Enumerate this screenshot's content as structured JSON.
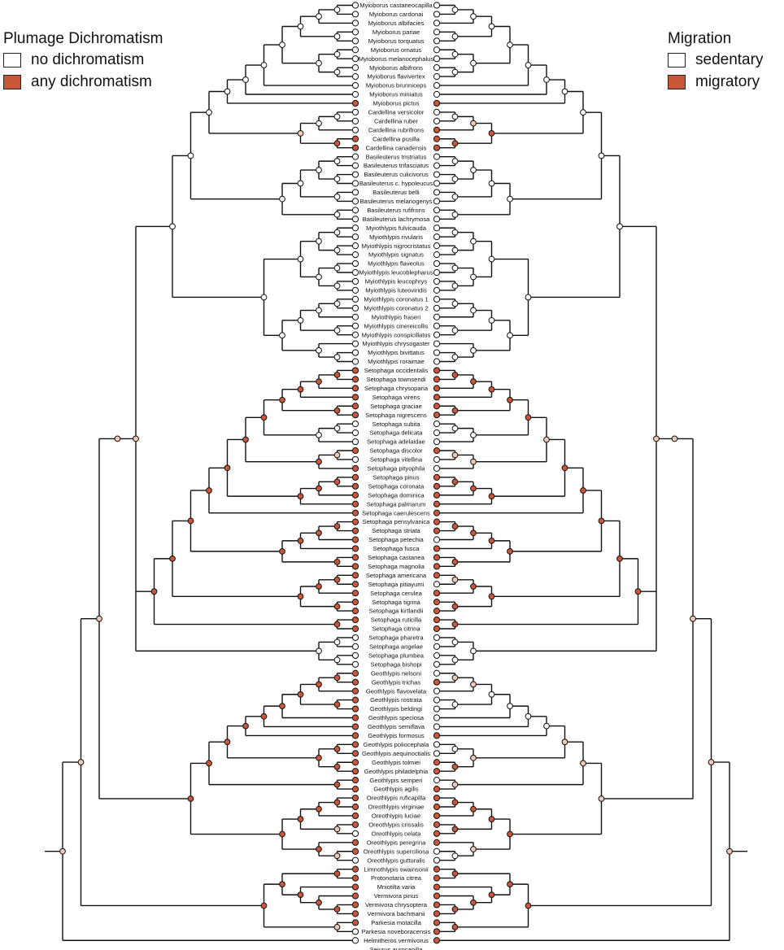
{
  "legend_left": {
    "title": "Plumage Dichromatism",
    "items": [
      {
        "label": "no dichromatism",
        "color": "#ffffff"
      },
      {
        "label": "any dichromatism",
        "color": "#c9573a"
      }
    ]
  },
  "legend_right": {
    "title": "Migration",
    "items": [
      {
        "label": "sedentary",
        "color": "#ffffff"
      },
      {
        "label": "migratory",
        "color": "#c9573a"
      }
    ]
  },
  "colors": {
    "state_absent": "#ffffff",
    "state_present": "#c9573a",
    "state_mixed": "#f1c7b5",
    "branch": "#111111"
  },
  "tree": {
    "tip_order": [
      "Myioborus castaneocapilla",
      "Myioborus cardonai",
      "Myioborus albifacies",
      "Myioborus pariae",
      "Myioborus torquatus",
      "Myioborus ornatus",
      "Myioborus melanocephalus",
      "Myioborus albifrons",
      "Myioborus flavivertex",
      "Myioborus brunniceps",
      "Myioborus miniatus",
      "Myioborus pictus",
      "Cardellina versicolor",
      "Cardellina ruber",
      "Cardellina rubrifrons",
      "Cardellina pusilla",
      "Cardellina canadensis",
      "Basileuterus tristriatus",
      "Basileuterus trifasciatus",
      "Basileuterus culicivorus",
      "Basileuterus c. hypoleucus",
      "Basileuterus belli",
      "Basileuterus melanogenys",
      "Basileuterus rufifrons",
      "Basileuterus lachrymosa",
      "Myiothlypis fulvicauda",
      "Myiothlypis rivularis",
      "Myiothlypis nigrocristatus",
      "Myiothlypis signatus",
      "Myiothlypis flaveolus",
      "Myiothlypis leucoblepharus",
      "Myiothlypis leucophrys",
      "Myiothlypis luteoviridis",
      "Myiothlypis coronatus 1",
      "Myiothlypis coronatus 2",
      "Myiothlypis fraseri",
      "Myiothlypis cinereicollis",
      "Myiothlypis conspicillatus",
      "Myiothlypis chrysogaster",
      "Myiothlypis bivittatus",
      "Myiothlypis roraimae",
      "Setophaga occidentalis",
      "Setophaga townsendi",
      "Setophaga chrysoparia",
      "Setophaga virens",
      "Setophaga graciae",
      "Setophaga nigrescens",
      "Setophaga subita",
      "Setophaga delicata",
      "Setophaga adelaidae",
      "Setophaga discolor",
      "Setophaga vitellina",
      "Setophaga pityophila",
      "Setophaga pinus",
      "Setophaga coronata",
      "Setophaga dominica",
      "Setophaga palmarum",
      "Setophaga caerulescens",
      "Setophaga pensylvanica",
      "Setophaga striata",
      "Setophaga petechia",
      "Setophaga fusca",
      "Setophaga castanea",
      "Setophaga magnolia",
      "Setophaga americana",
      "Setophaga pitiayumi",
      "Setophaga cerulea",
      "Setophaga tigrina",
      "Setophaga kirtlandii",
      "Setophaga ruticilla",
      "Setophaga citrina",
      "Setophaga pharetra",
      "Setophaga angelae",
      "Setophaga plumbea",
      "Setophaga bishopi",
      "Geothlypis nelsoni",
      "Geothlypis trichas",
      "Geothlypis flavovelata",
      "Geothlypis rostrata",
      "Geothlypis beldingi",
      "Geothlypis speciosa",
      "Geothlypis semiflava",
      "Geothlypis formosus",
      "Geothlypis poliocephala",
      "Geothlypis aequinoctialis",
      "Geothlypis tolmiei",
      "Geothlypis philadelphia",
      "Geothlypis semperi",
      "Geothlypis agilis",
      "Oreothlypis ruficapilla",
      "Oreothlypis virginiae",
      "Oreothlypis luciae",
      "Oreothlypis crissalis",
      "Oreothlypis celata",
      "Oreothlypis peregrina",
      "Oreothlypis superciliosa",
      "Oreothlypis gutturalis",
      "Limnothlypis swainsonii",
      "Protonotaria citrea",
      "Mniotilta varia",
      "Vermivora pinus",
      "Vermivora chrysoptera",
      "Vermivora bachmanii",
      "Parkesia motacilla",
      "Parkesia noveboracensis",
      "Helmitheros vermivorus",
      "Seiurus aurocapilla"
    ],
    "newick": "(((((((((((((((Myioborus castaneocapilla,Myioborus cardonai),Myioborus albifacies),(Myioborus pariae,Myioborus torquatus)),((Myioborus ornatus,Myioborus melanocephalus),(Myioborus albifrons,Myioborus flavivertex))),Myioborus brunniceps),Myioborus miniatus),Myioborus pictus),(((Cardellina versicolor,Cardellina ruber),Cardellina rubrifrons),(Cardellina pusilla,Cardellina canadensis))),((((Basileuterus tristriatus,Basileuterus trifasciatus),(Basileuterus culicivorus,Basileuterus c. hypoleucus)),(Basileuterus belli,Basileuterus melanogenys)),(Basileuterus rufifrons,Basileuterus lachrymosa))),((((Myiothlypis fulvicauda,Myiothlypis rivularis),(Myiothlypis nigrocristatus,Myiothlypis signatus)),((Myiothlypis flaveolus,Myiothlypis leucoblepharus),(Myiothlypis leucophrys,Myiothlypis luteoviridis))),((((Myiothlypis coronatus 1,Myiothlypis coronatus 2),Myiothlypis fraseri),(Myiothlypis cinereicollis,Myiothlypis conspicillatus)),(Myiothlypis chrysogaster,(Myiothlypis bivittatus,Myiothlypis roraimae))))),(((((((((((Setophaga occidentalis,Setophaga townsendi),Setophaga chrysoparia),Setophaga virens),(Setophaga graciae,Setophaga nigrescens)),((Setophaga subita,Setophaga delicata),Setophaga adelaidae)),((Setophaga discolor,Setophaga vitellina),Setophaga pityophila)),(((Setophaga pinus,Setophaga coronata),Setophaga dominica),Setophaga palmarum)),Setophaga caerulescens),((((Setophaga pensylvanica,Setophaga striata),Setophaga petechia),Setophaga fusca),(Setophaga castanea,Setophaga magnolia))),(((Setophaga americana,Setophaga pitiayumi),Setophaga cerulea),(Setophaga tigrina,Setophaga kirtlandii))),(Setophaga ruticilla,Setophaga citrina)),((Setophaga pharetra,Setophaga angelae),(Setophaga plumbea,Setophaga bishopi)))),(((((((((Geothlypis nelsoni,Geothlypis trichas),Geothlypis flavovelata),(Geothlypis rostrata,Geothlypis beldingi)),Geothlypis speciosa),Geothlypis semiflava),Geothlypis formosus),((Geothlypis poliocephala,Geothlypis aequinoctialis),(Geothlypis tolmiei,Geothlypis philadelphia))),(Geothlypis semperi,Geothlypis agilis)),((((Oreothlypis ruficapilla,Oreothlypis virginiae),Oreothlypis luciae),(Oreothlypis crissalis,Oreothlypis celata)),(Oreothlypis peregrina,(Oreothlypis superciliosa,Oreothlypis gutturalis))))),(((Limnothlypis swainsonii,Protonotaria citrea),(Mniotilta varia,(Vermivora pinus,(Vermivora chrysoptera,Vermivora bachmanii)))),(Parkesia motacilla,Parkesia noveboracensis))),Helmitheros vermivorus),Seiurus aurocapilla);",
    "dichromatic_tips": [
      "Myioborus pictus",
      "Cardellina pusilla",
      "Cardellina canadensis",
      "Setophaga occidentalis",
      "Setophaga townsendi",
      "Setophaga chrysoparia",
      "Setophaga virens",
      "Setophaga graciae",
      "Setophaga nigrescens",
      "Setophaga discolor",
      "Setophaga pityophila",
      "Setophaga pinus",
      "Setophaga coronata",
      "Setophaga dominica",
      "Setophaga palmarum",
      "Setophaga caerulescens",
      "Setophaga pensylvanica",
      "Setophaga striata",
      "Setophaga petechia",
      "Setophaga fusca",
      "Setophaga castanea",
      "Setophaga magnolia",
      "Setophaga americana",
      "Setophaga pitiayumi",
      "Setophaga cerulea",
      "Setophaga tigrina",
      "Setophaga kirtlandii",
      "Setophaga ruticilla",
      "Setophaga citrina",
      "Geothlypis nelsoni",
      "Geothlypis trichas",
      "Geothlypis flavovelata",
      "Geothlypis rostrata",
      "Geothlypis beldingi",
      "Geothlypis speciosa",
      "Geothlypis semiflava",
      "Geothlypis formosus",
      "Geothlypis poliocephala",
      "Geothlypis aequinoctialis",
      "Geothlypis tolmiei",
      "Geothlypis philadelphia",
      "Geothlypis semperi",
      "Geothlypis agilis",
      "Oreothlypis ruficapilla",
      "Oreothlypis virginiae",
      "Oreothlypis luciae",
      "Oreothlypis crissalis",
      "Oreothlypis peregrina",
      "Oreothlypis superciliosa",
      "Limnothlypis swainsonii",
      "Protonotaria citrea",
      "Mniotilta varia",
      "Vermivora pinus",
      "Vermivora chrysoptera",
      "Vermivora bachmanii",
      "Parkesia motacilla"
    ],
    "migratory_tips": [
      "Myioborus pictus",
      "Cardellina rubrifrons",
      "Cardellina pusilla",
      "Cardellina canadensis",
      "Setophaga occidentalis",
      "Setophaga townsendi",
      "Setophaga chrysoparia",
      "Setophaga virens",
      "Setophaga graciae",
      "Setophaga nigrescens",
      "Setophaga discolor",
      "Setophaga pinus",
      "Setophaga coronata",
      "Setophaga dominica",
      "Setophaga palmarum",
      "Setophaga caerulescens",
      "Setophaga pensylvanica",
      "Setophaga striata",
      "Setophaga fusca",
      "Setophaga castanea",
      "Setophaga magnolia",
      "Setophaga americana",
      "Setophaga cerulea",
      "Setophaga tigrina",
      "Setophaga kirtlandii",
      "Setophaga ruticilla",
      "Setophaga citrina",
      "Geothlypis trichas",
      "Geothlypis formosus",
      "Geothlypis tolmiei",
      "Geothlypis philadelphia",
      "Geothlypis agilis",
      "Oreothlypis ruficapilla",
      "Oreothlypis virginiae",
      "Oreothlypis luciae",
      "Oreothlypis crissalis",
      "Oreothlypis celata",
      "Oreothlypis peregrina",
      "Limnothlypis swainsonii",
      "Protonotaria citrea",
      "Mniotilta varia",
      "Vermivora pinus",
      "Vermivora chrysoptera",
      "Vermivora bachmanii",
      "Parkesia motacilla",
      "Parkesia noveboracensis",
      "Helmitheros vermivorus",
      "Seiurus aurocapilla"
    ]
  }
}
